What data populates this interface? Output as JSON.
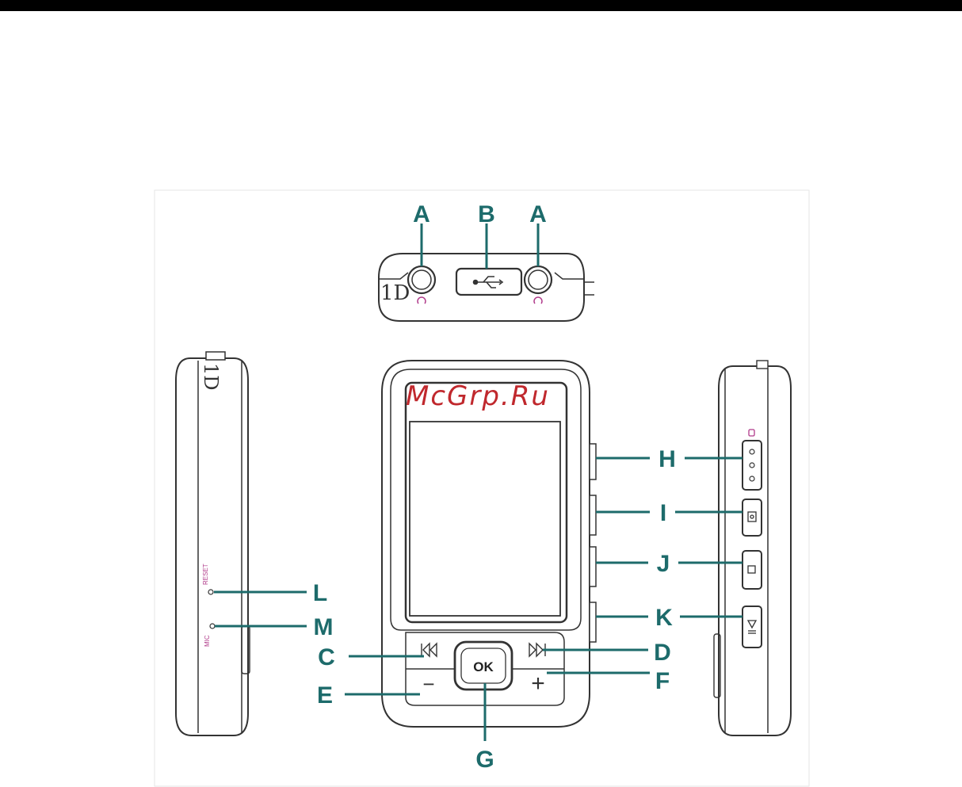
{
  "watermark": "McGrp.Ru",
  "callouts": {
    "a_left": "A",
    "b": "B",
    "a_right": "A",
    "c": "C",
    "d": "D",
    "e": "E",
    "f": "F",
    "g": "G",
    "h": "H",
    "i": "I",
    "j": "J",
    "k": "K",
    "l": "L",
    "m": "M"
  },
  "device_labels": {
    "ok_button": "OK",
    "reset": "RESET",
    "mic": "MIC",
    "plus": "+",
    "minus": "−"
  },
  "colors": {
    "callout": "#1d6b6b",
    "watermark": "#c0282d",
    "small_labels": "#b03a8a"
  }
}
